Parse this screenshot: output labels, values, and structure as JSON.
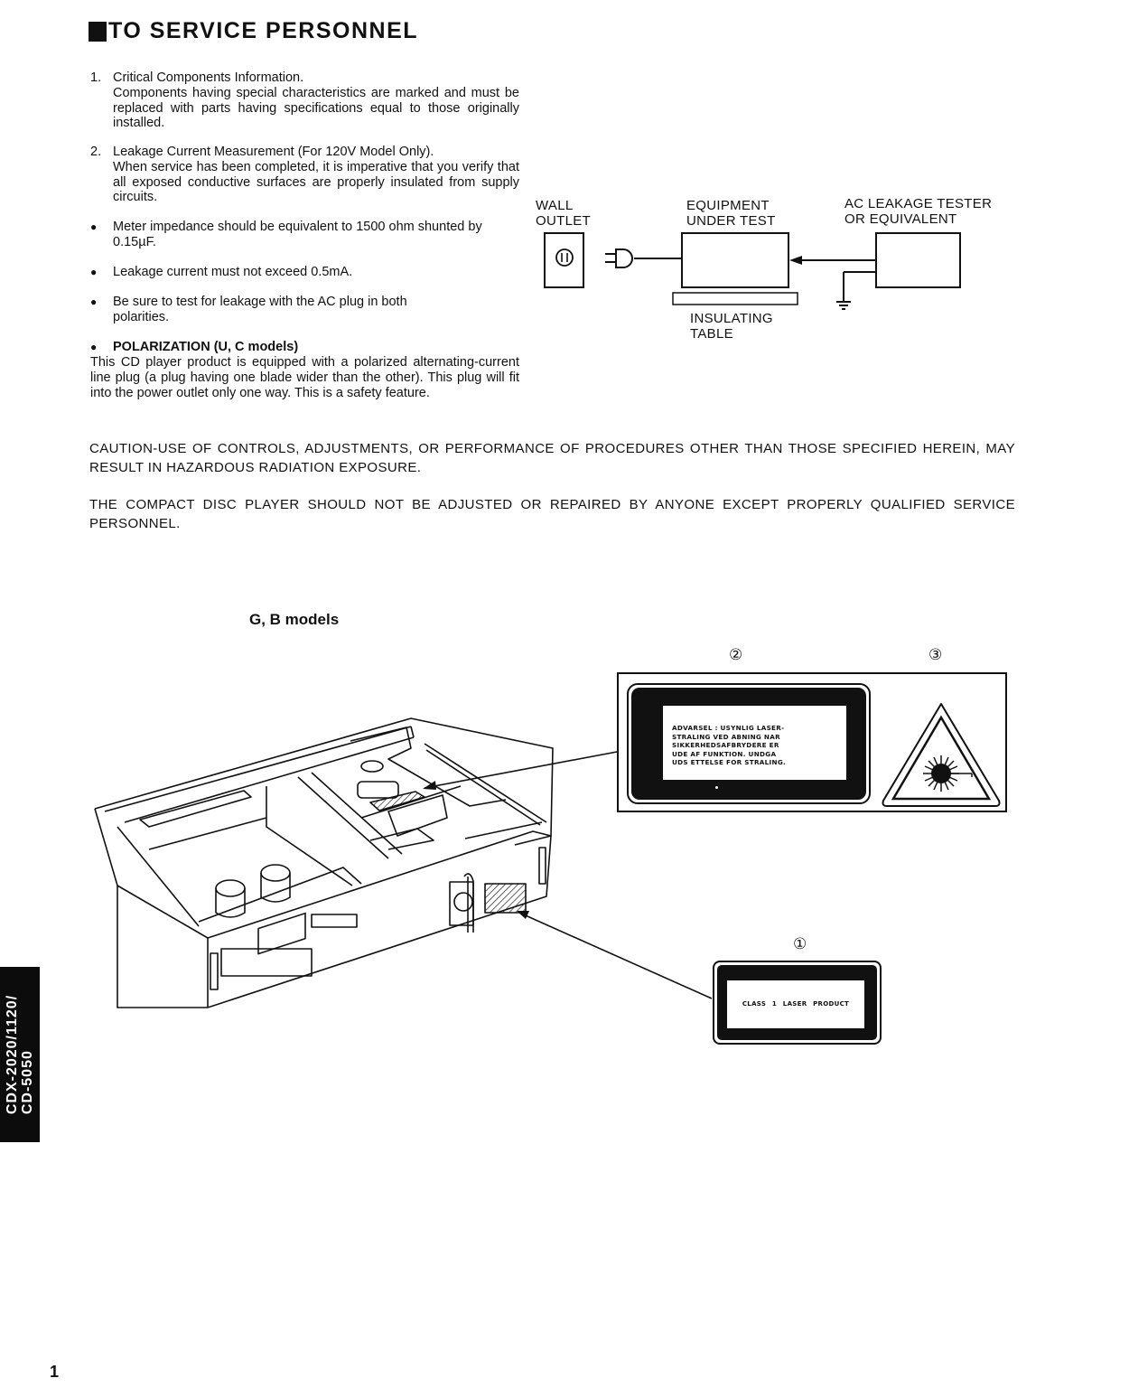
{
  "header": {
    "title": "TO SERVICE PERSONNEL"
  },
  "items": [
    {
      "number": "1.",
      "heading": "Critical Components Information.",
      "text": "Components having special characteristics are marked and must be replaced with parts having specifications equal to those originally installed."
    },
    {
      "number": "2.",
      "heading": "Leakage Current Measurement (For 120V Model Only).",
      "text": "When service has been completed, it is imperative that you verify that all exposed conductive surfaces are properly insulated from supply circuits."
    }
  ],
  "bullets": [
    {
      "text": "Meter impedance should be equivalent to 1500 ohm shunted by 0.15µF."
    },
    {
      "text": "Leakage current must not exceed 0.5mA."
    },
    {
      "text": "Be sure to test for leakage with the AC plug in both polarities."
    }
  ],
  "polarization": {
    "heading": "POLARIZATION (U, C models)",
    "text": "This CD player product is equipped with a polarized alternating-current line plug (a plug having one blade wider than the other). This plug will fit into the power outlet only one way. This is a safety feature."
  },
  "diagram": {
    "wall_outlet": [
      "WALL",
      "OUTLET"
    ],
    "equipment": [
      "EQUIPMENT",
      "UNDER TEST"
    ],
    "tester": [
      "AC LEAKAGE TESTER",
      "OR EQUIVALENT"
    ],
    "table": [
      "INSULATING",
      "TABLE"
    ]
  },
  "cautions": [
    "CAUTION-USE OF CONTROLS, ADJUSTMENTS, OR PERFORMANCE OF PROCEDURES OTHER THAN THOSE SPECIFIED HEREIN, MAY RESULT IN HAZARDOUS RADIATION EXPOSURE.",
    "THE COMPACT DISC PLAYER SHOULD NOT BE ADJUSTED OR REPAIRED BY ANYONE EXCEPT PROPERLY QUALIFIED SERVICE PERSONNEL."
  ],
  "figure": {
    "caption": "G, B models",
    "markers": {
      "one": "①",
      "two": "②",
      "three": "③"
    },
    "label2_lines": [
      "ADVARSEL : USYNLIG LASER-",
      "STRALING VED ABNING NAR",
      "SIKKERHEDSAFBRYDERE ER",
      "UDE AF FUNKTION. UNDGA",
      "UDS ETTELSE FOR STRALING."
    ],
    "label1_text": "CLASS 1 LASER PRODUCT"
  },
  "side_tab": {
    "line1": "CDX-2020/1120/",
    "line2": "CD-5050"
  },
  "page_number": "1"
}
